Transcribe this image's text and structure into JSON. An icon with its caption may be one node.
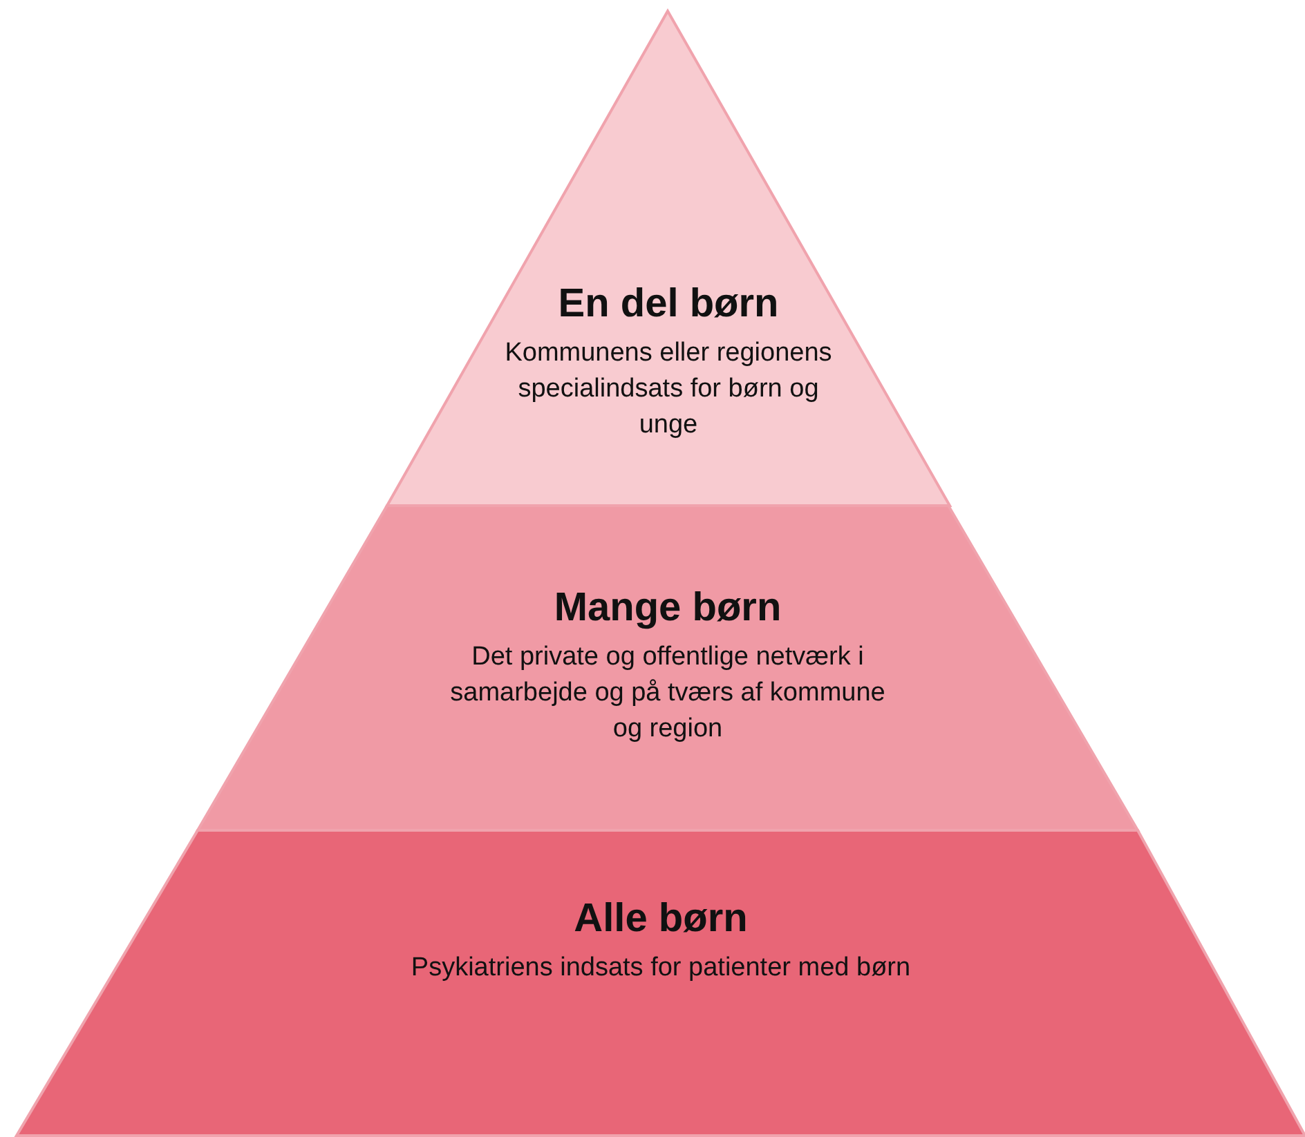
{
  "diagram": {
    "nodes": [
      {
        "text": [
          "En del børn",
          "Kommunens eller regionens specialindsats for børn og unge"
        ]
      },
      {
        "text": [
          "Mange børn",
          "Det private og offentlige netværk i samarbejde og på tværs af kommune og region"
        ]
      },
      {
        "text": [
          "Alle børn",
          "Psykiatriens indsats for patienter med børn"
        ]
      }
    ]
  }
}
